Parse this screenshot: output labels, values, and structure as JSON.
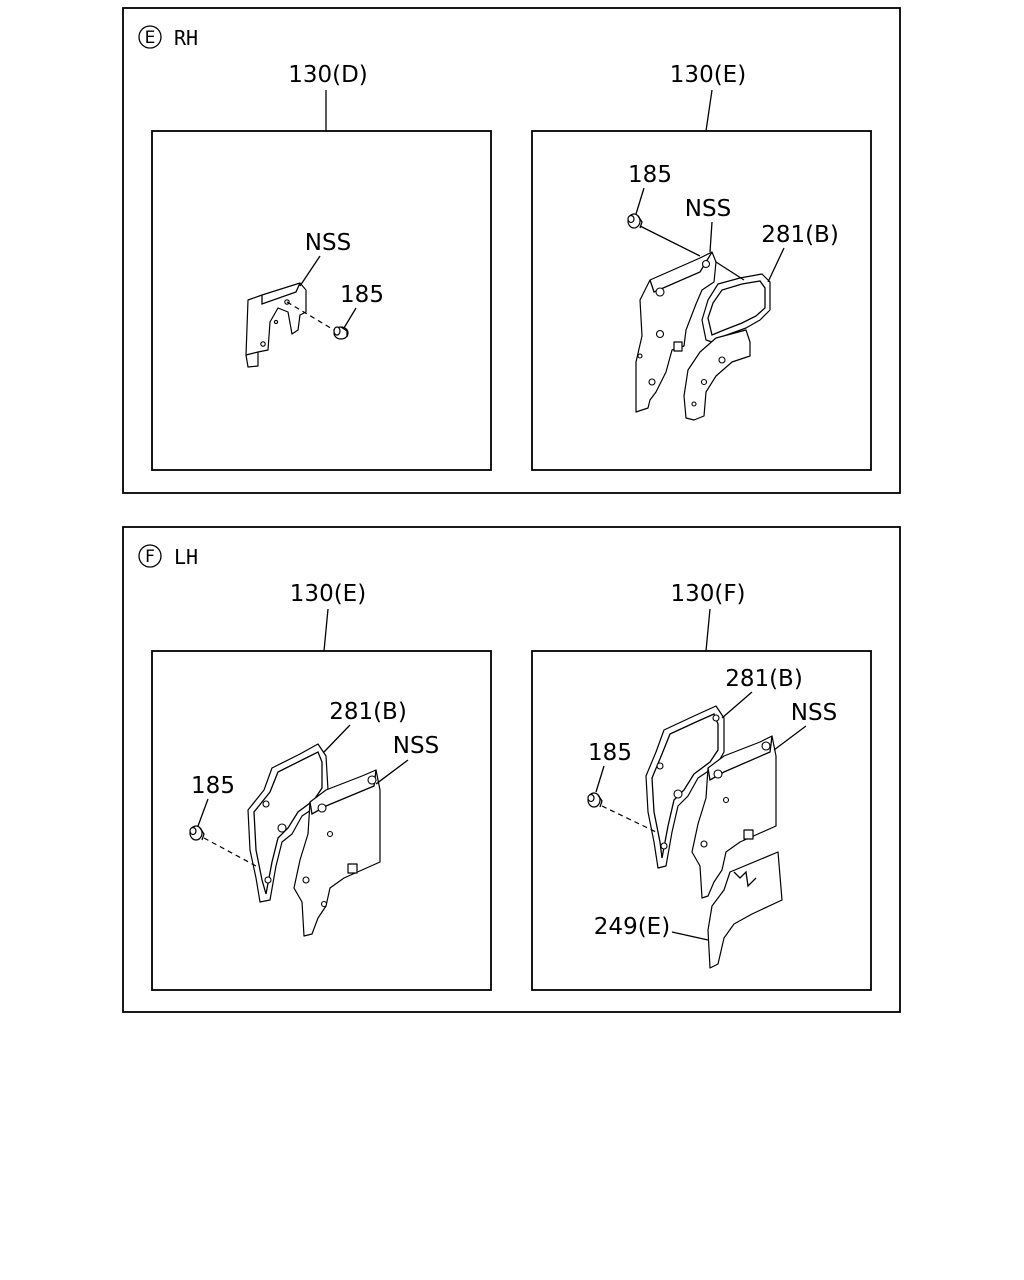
{
  "sections": {
    "rh": {
      "marker": "E",
      "label": "RH",
      "left": {
        "title": "130(D)",
        "callouts": {
          "nss": "NSS",
          "bolt": "185"
        }
      },
      "right": {
        "title": "130(E)",
        "callouts": {
          "bolt": "185",
          "nss": "NSS",
          "gasket": "281(B)"
        }
      }
    },
    "lh": {
      "marker": "F",
      "label": "LH",
      "left": {
        "title": "130(E)",
        "callouts": {
          "gasket": "281(B)",
          "nss": "NSS",
          "bolt": "185"
        }
      },
      "right": {
        "title": "130(F)",
        "callouts": {
          "gasket": "281(B)",
          "nss": "NSS",
          "bolt": "185",
          "seal": "249(E)"
        }
      }
    }
  }
}
